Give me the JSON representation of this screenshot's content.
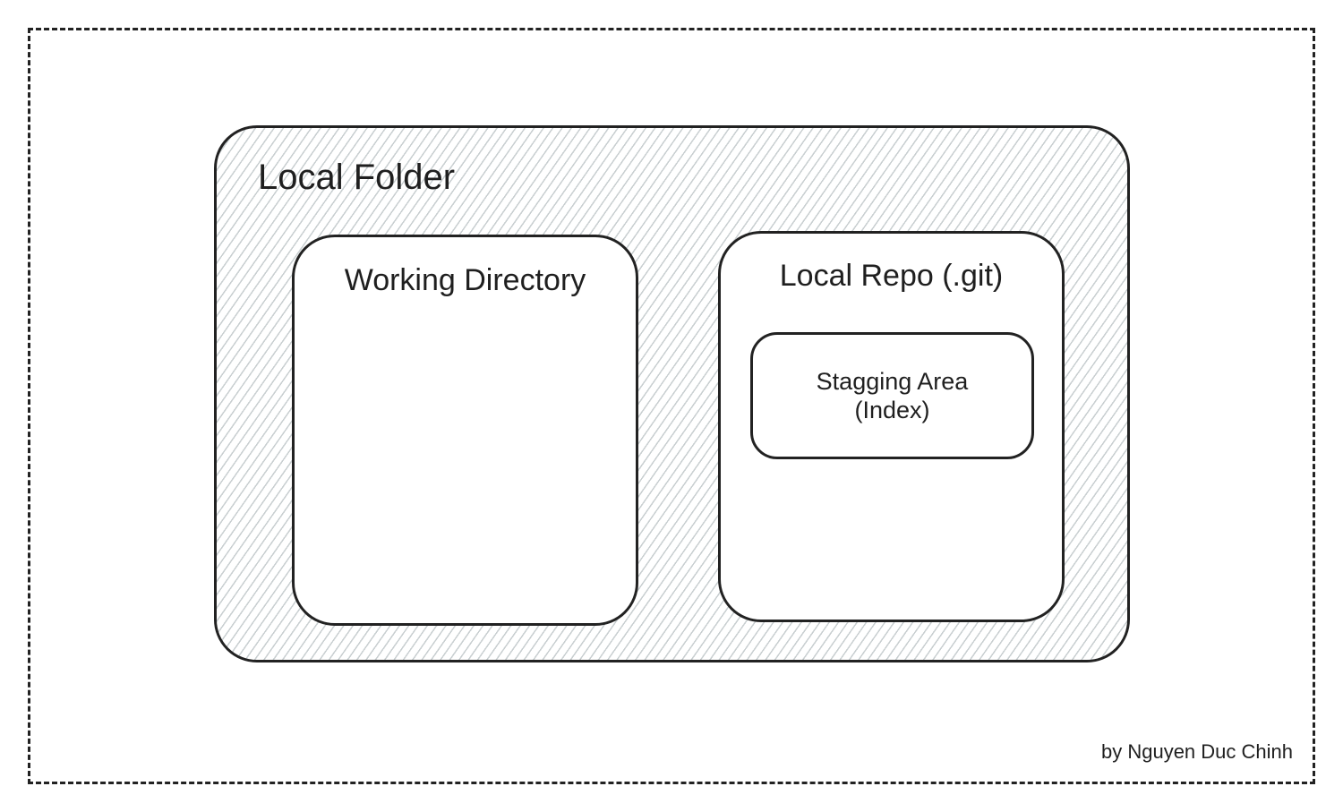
{
  "diagram": {
    "local_folder": {
      "label": "Local Folder"
    },
    "working_directory": {
      "label": "Working Directory"
    },
    "local_repo": {
      "label": "Local Repo (.git)",
      "staging_area": {
        "line1": "Stagging Area",
        "line2": "(Index)"
      }
    },
    "credit": "by Nguyen Duc Chinh"
  }
}
